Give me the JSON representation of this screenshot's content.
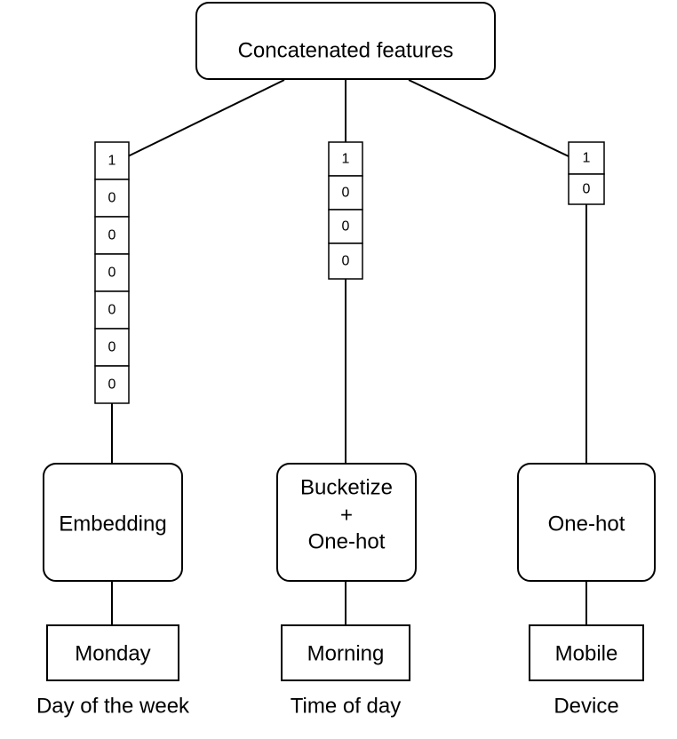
{
  "top": {
    "label": "Concatenated features"
  },
  "columns": [
    {
      "vector": [
        "1",
        "0",
        "0",
        "0",
        "0",
        "0",
        "0"
      ],
      "transform_lines": [
        "Embedding"
      ],
      "input_value": "Monday",
      "caption": "Day of the week"
    },
    {
      "vector": [
        "1",
        "0",
        "0",
        "0"
      ],
      "transform_lines": [
        "Bucketize",
        "+",
        "One-hot"
      ],
      "input_value": "Morning",
      "caption": "Time of day"
    },
    {
      "vector": [
        "1",
        "0"
      ],
      "transform_lines": [
        "One-hot"
      ],
      "input_value": "Mobile",
      "caption": "Device"
    }
  ]
}
